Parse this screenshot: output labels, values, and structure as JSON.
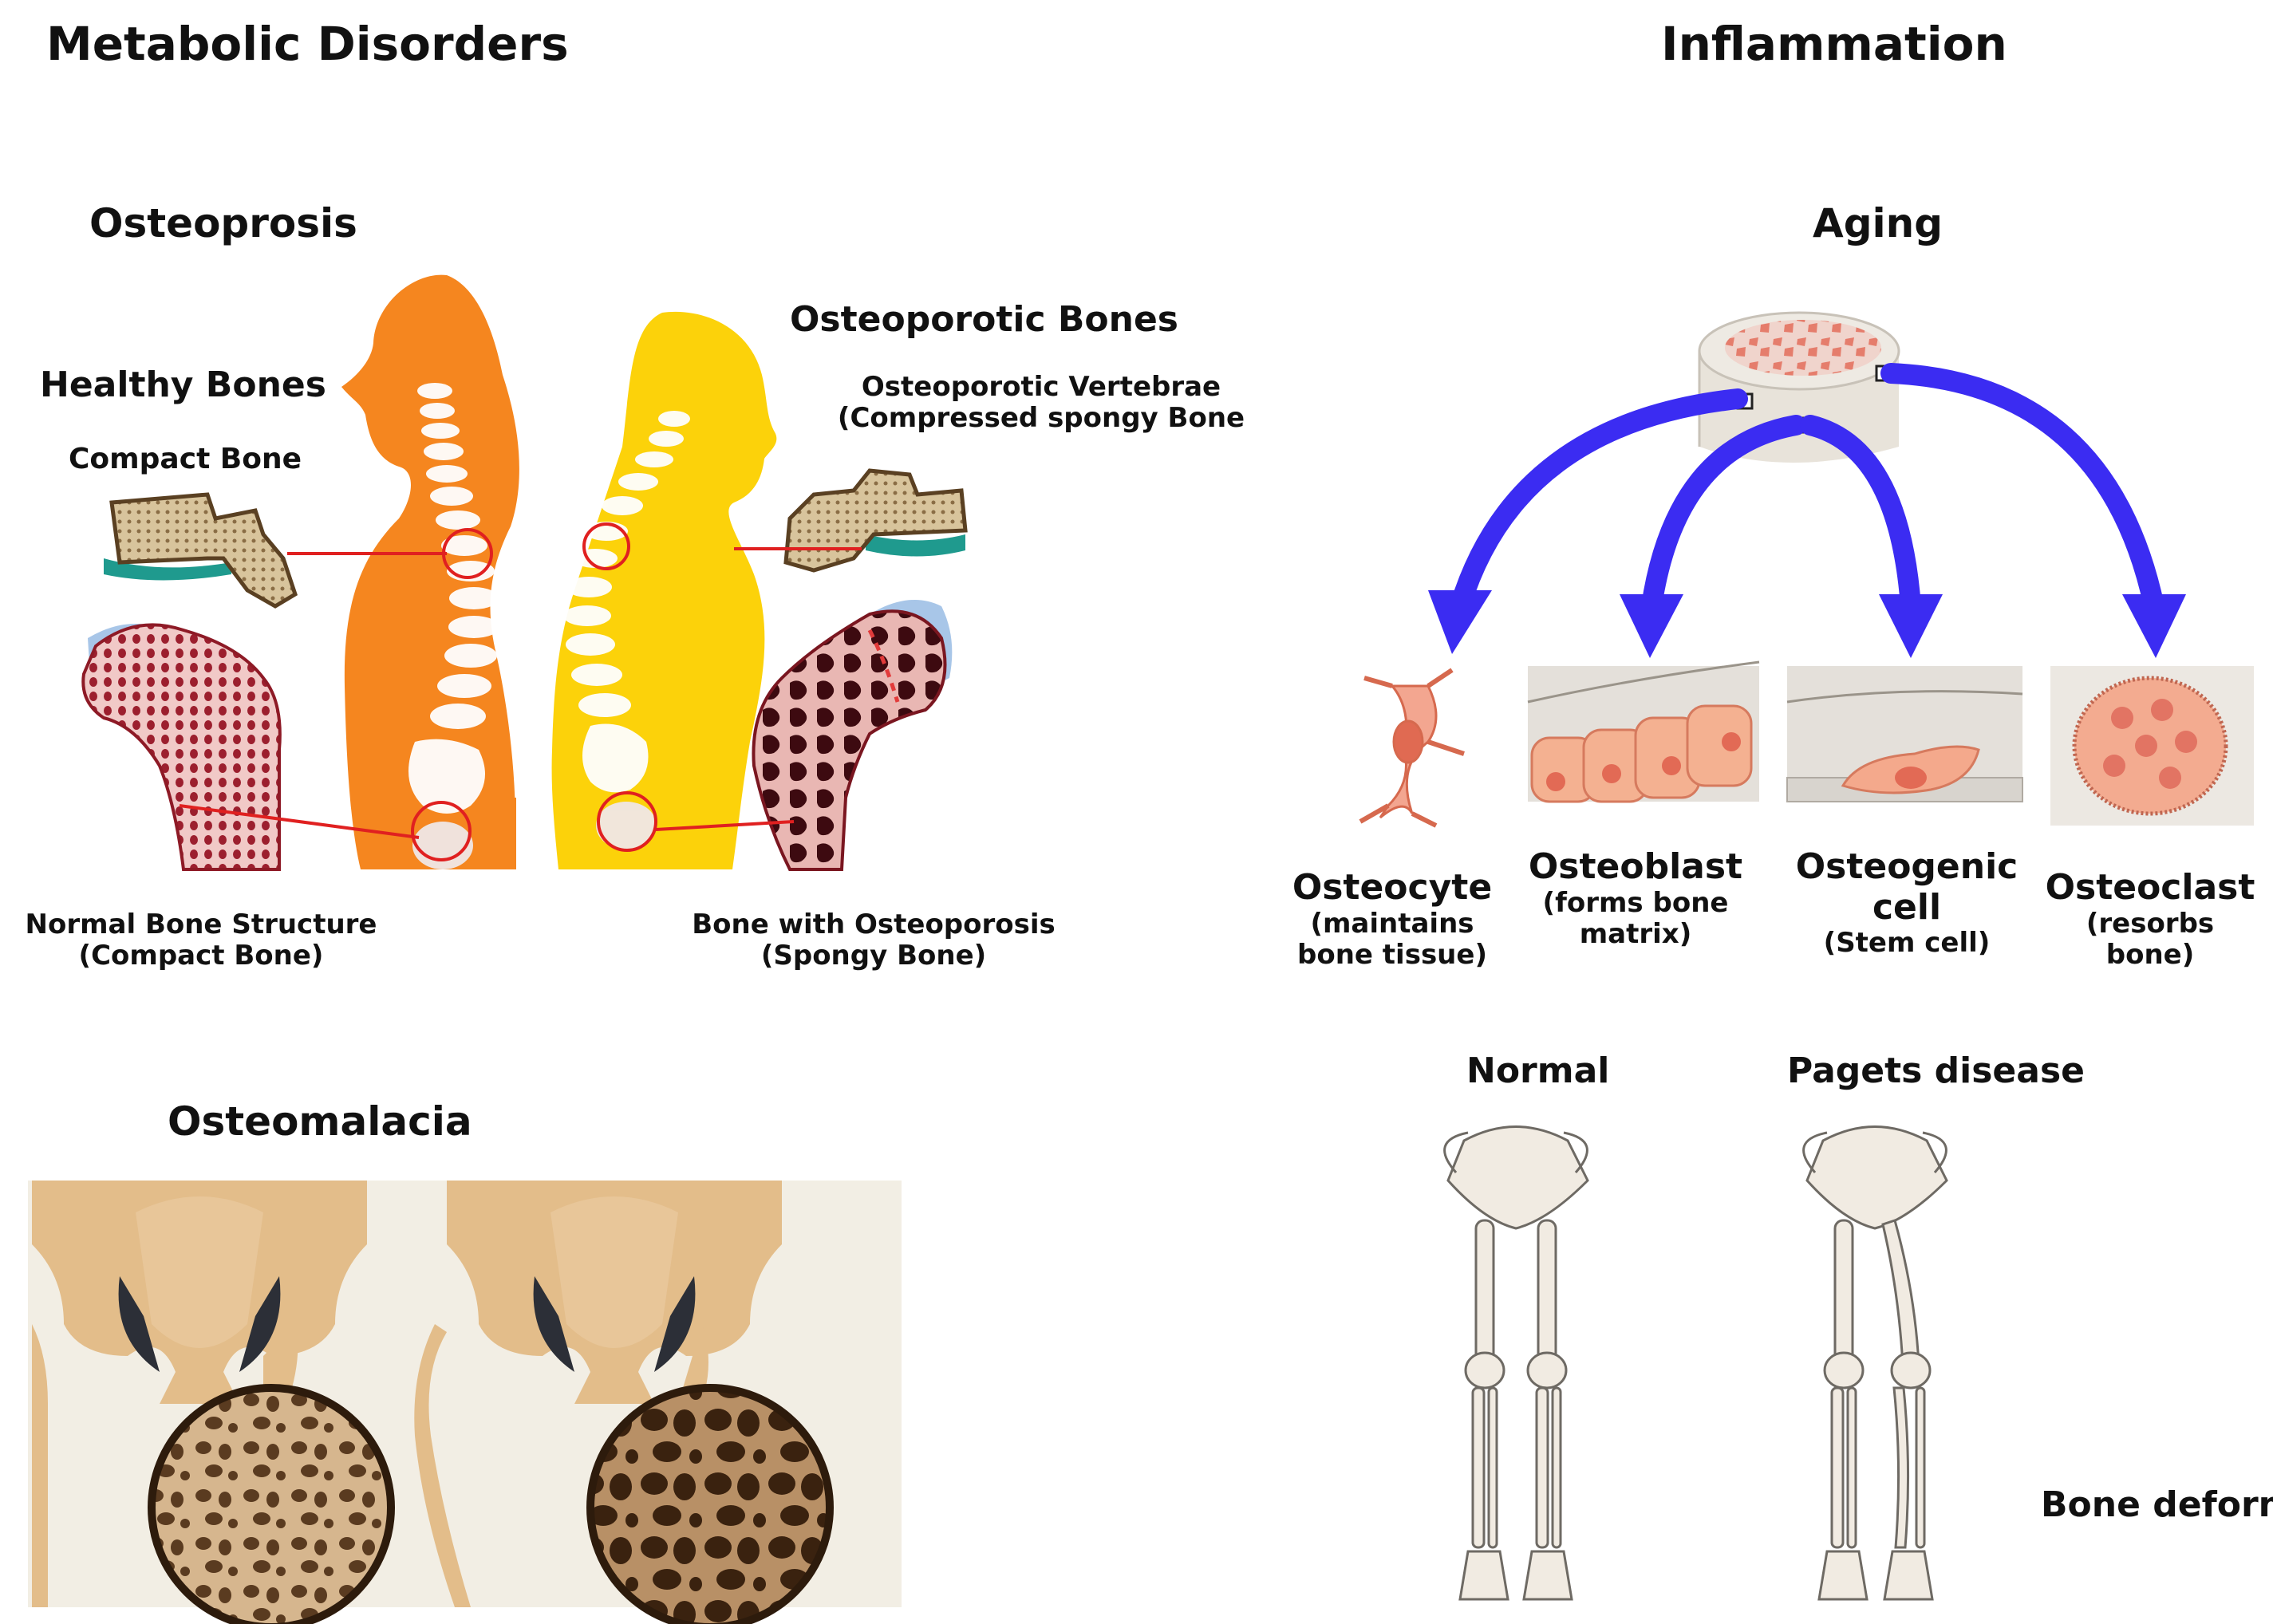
{
  "sections": {
    "metabolic": "Metabolic Disorders",
    "inflammation": "Inflammation"
  },
  "osteoporosis": {
    "title": "Osteoprosis",
    "healthy_title": "Healthy Bones",
    "compact_bone": "Compact Bone",
    "osteoporotic_title": "Osteoporotic Bones",
    "vertebrae_line1": "Osteoporotic Vertebrae",
    "vertebrae_line2": "(Compressed spongy Bone",
    "normal_line1": "Normal Bone Structure",
    "normal_line2": "(Compact Bone)",
    "osteo_line1": "Bone with Osteoporosis",
    "osteo_line2": "(Spongy Bone)"
  },
  "osteomalacia": {
    "title": "Osteomalacia"
  },
  "aging": {
    "title": "Aging",
    "cells": [
      {
        "name": "Osteocyte",
        "desc1": "(maintains",
        "desc2": "bone tissue)"
      },
      {
        "name": "Osteoblast",
        "desc1": "(forms bone",
        "desc2": "matrix)"
      },
      {
        "name": "Osteogenic",
        "name2": "cell",
        "desc1": "(Stem cell)"
      },
      {
        "name": "Osteoclast",
        "desc1": "(resorbs",
        "desc2": "bone)"
      }
    ]
  },
  "paget": {
    "normal": "Normal",
    "disease": "Pagets disease",
    "deform": "Bone deform"
  },
  "colors": {
    "orange_body": "#F5861F",
    "yellow_body": "#FCD20A",
    "arrow_blue": "#3B2CF2",
    "bone_red": "#B8323E",
    "cell_pink": "#F2A38C"
  }
}
